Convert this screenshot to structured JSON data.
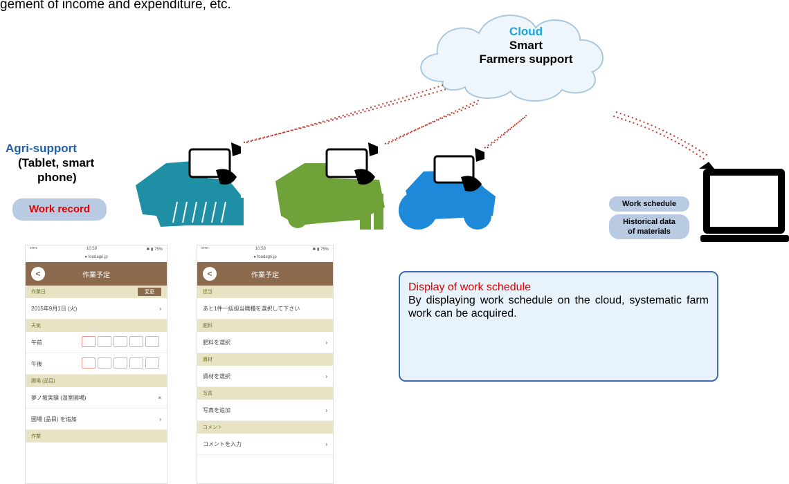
{
  "intro_text": "gement of income and expenditure, etc.",
  "cloud": {
    "line1": "Cloud",
    "line2": "Smart",
    "line3": "Farmers support"
  },
  "agri_support": {
    "title": "Agri-support",
    "line2": "(Tablet, smart",
    "line3": "phone)",
    "work_record": "Work record"
  },
  "pc_labels": {
    "work_schedule": "Work schedule",
    "historical_line1": "Historical data",
    "historical_line2": "of materials"
  },
  "callout": {
    "title": "Display of work schedule",
    "body": "By displaying work schedule on the cloud, systematic farm work can be acquired."
  },
  "phone_left": {
    "status_left": "•••••",
    "status_time": "10:58",
    "status_right": "✱ ▮ 75%",
    "url": "● foodagri.jp",
    "header": "作業予定",
    "sections": [
      "作業日",
      "天気",
      "圃場 (品目)",
      "作業"
    ],
    "date_value": "2015年9月1日 (火)",
    "edit_label": "変更",
    "am_label": "午前",
    "pm_label": "午後",
    "field_value": "夢ノ坂実験 (温室圃場)",
    "add_field": "圃場 (品目) を追加"
  },
  "phone_right": {
    "status_left": "•••••",
    "status_time": "10:58",
    "status_right": "✱ ▮ 75%",
    "url": "● foodagri.jp",
    "header": "作業予定",
    "sections": [
      "担当",
      "肥料",
      "資材",
      "写真",
      "コメント"
    ],
    "assign_note": "あと1件一括担当職種を選択して下さい",
    "fert_value": "肥料を選択",
    "mat_value": "資材を選択",
    "photo_value": "写真を追加",
    "comment_value": "コメントを入力"
  },
  "colors": {
    "cloud_blue": "#1aa3d9",
    "agri_blue": "#1f5fa8",
    "red": "#e00000",
    "combine_teal": "#1f8fa6",
    "planter_green": "#6fa33a",
    "tractor_blue": "#1e88d9",
    "wave_red": "#c0392b"
  }
}
